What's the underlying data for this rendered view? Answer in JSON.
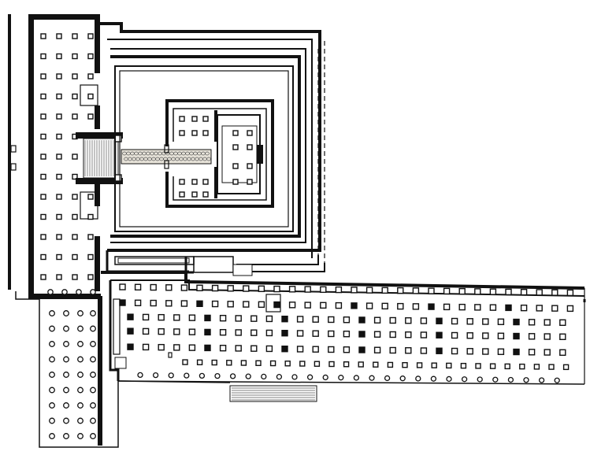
{
  "plan": {
    "colors": {
      "ink": "#111111",
      "paper": "#ffffff",
      "paving": "#e6e2d8"
    },
    "elements": [
      "left-colonnade-hall",
      "inner-sanctuary",
      "entrance-gateway",
      "paved-causeway",
      "southern-hypostyle-hall",
      "southern-pillared-wing",
      "south-entrance-stairway",
      "outer-enclosure-walls",
      "dashed-outer-walls"
    ]
  }
}
